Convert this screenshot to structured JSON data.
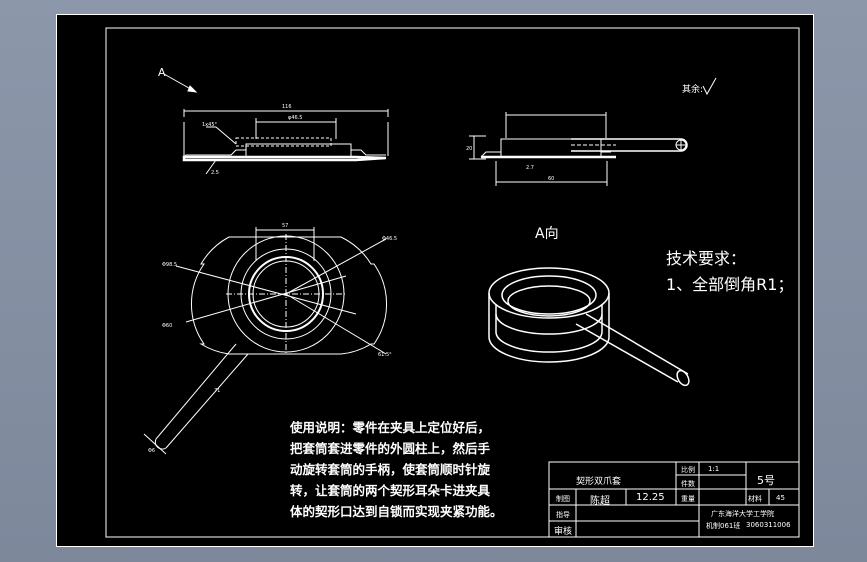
{
  "view_label": "A",
  "view_a_title": "A向",
  "roughness_note": "其余:",
  "dims": {
    "top_width": "116",
    "top_inner": "φ46.5",
    "top_chamfer": "1x45°",
    "top_height": "2.5",
    "side_height": "20",
    "side_small": "2.7",
    "side_width": "60",
    "plan_width": "57",
    "plan_dia1": "Φ98.5",
    "plan_dia2": "Φ60",
    "plan_dia3": "Φ46.5",
    "plan_angle": "61.5°",
    "plan_handle": "71",
    "plan_rod": "Φ6"
  },
  "tech_requirements": {
    "title": "技术要求：",
    "items": [
      "1、全部倒角R1；"
    ]
  },
  "usage_note": "使用说明：零件在夹具上定位好后，\n把套筒套进零件的外圆柱上，然后手\n动旋转套筒的手柄，使套筒顺时针旋\n转，让套筒的两个契形耳朵卡进夹具\n体的契形口达到自锁而实现夹紧功能。",
  "title_block": {
    "part_name": "契形双爪套",
    "scale_label": "比例",
    "scale_value": "1:1",
    "count_label": "件数",
    "drawing_no": "5号",
    "drawer_label": "制图",
    "drawer_name": "陈超",
    "date": "12.25",
    "weight_label": "重量",
    "material_label": "材料",
    "material_value": "45",
    "guide_label": "指导",
    "review_label": "审核",
    "school": "广东海洋大学工学院",
    "class": "机制061班",
    "student_id": "3060311006"
  }
}
